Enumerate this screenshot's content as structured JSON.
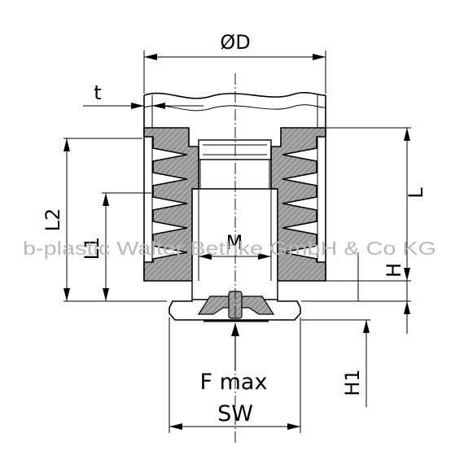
{
  "drawing": {
    "watermark": "b-plastic Walter Bethke GmbH & Co KG",
    "dimensions": {
      "outer_diameter": "ØD",
      "wall_thickness": "t",
      "total_length": "L2",
      "insert_length": "L1",
      "thread": "M",
      "foot_length": "L",
      "head_height": "H",
      "max_force": "F max",
      "wrench_size": "SW",
      "height_1": "H1"
    }
  },
  "colors": {
    "line": "#000000",
    "hatch_fill": "#9a9a9a",
    "watermark": "#b9b9b9"
  }
}
